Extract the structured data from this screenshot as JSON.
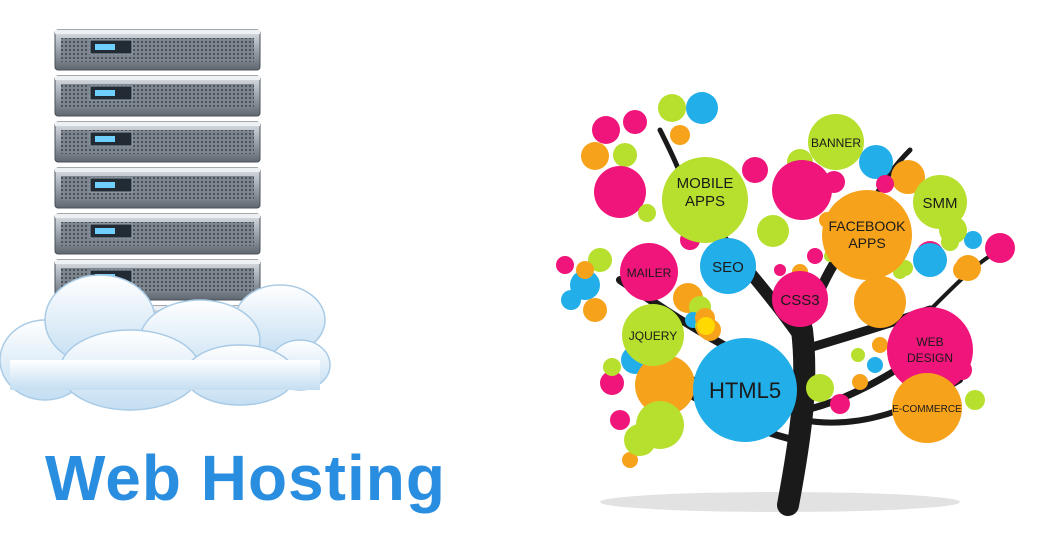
{
  "title": "Web Hosting",
  "colors": {
    "title": "#2a8ee0",
    "magenta": "#f0157a",
    "blue": "#22aee8",
    "lime": "#b6df2e",
    "orange": "#f7a21b",
    "trunk": "#1a1a1a"
  },
  "tree_labels": {
    "mobile_apps_1": "MOBILE",
    "mobile_apps_2": "APPS",
    "banner": "BANNER",
    "smm": "SMM",
    "facebook_apps_1": "FACEBOOK",
    "facebook_apps_2": "APPS",
    "seo": "SEO",
    "mailer": "MAILER",
    "css3": "CSS3",
    "jquery": "JQUERY",
    "web_design_1": "WEB",
    "web_design_2": "DESIGN",
    "html5": "HTML5",
    "ecommerce": "E-COMMERCE"
  }
}
